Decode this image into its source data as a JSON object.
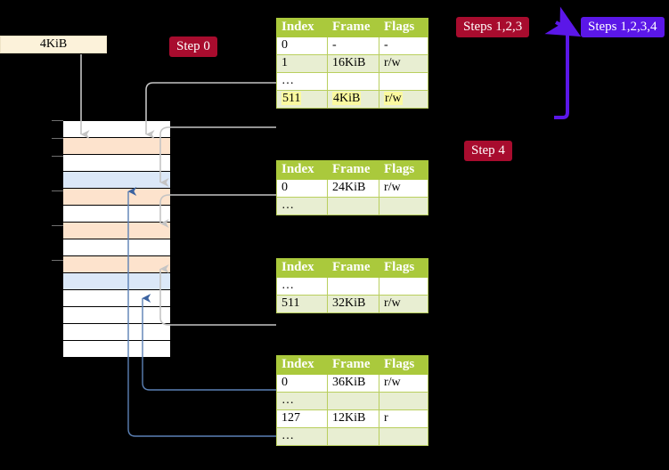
{
  "labels": {
    "kib_box": "4KiB",
    "step0": "Step 0",
    "steps123": "Steps 1,2,3",
    "steps1234": "Steps 1,2,3,4",
    "step4": "Step 4"
  },
  "colors": {
    "badge_red": "#a80c2e",
    "badge_blue": "#5b17e8",
    "table_header": "#aac93c",
    "table_alt_row": "#e8eed2",
    "highlight": "#fbfaa0",
    "mem_peach": "#fde3cd",
    "mem_blue": "#dbe8f8",
    "arrow_gray": "#c9c9c9",
    "arrow_blue": "#5b80b5",
    "kib_box_bg": "#fcf2da"
  },
  "tables": [
    {
      "id": "pml4",
      "headers": [
        "Index",
        "Frame",
        "Flags"
      ],
      "rows": [
        {
          "style": "plain",
          "cells": [
            "0",
            "-",
            "-"
          ],
          "highlight": false
        },
        {
          "style": "alt",
          "cells": [
            "1",
            "16KiB",
            "r/w"
          ],
          "highlight": false
        },
        {
          "style": "plain",
          "cells": [
            "…",
            "",
            ""
          ],
          "highlight": false
        },
        {
          "style": "alt",
          "cells": [
            "511",
            "4KiB",
            "r/w"
          ],
          "highlight": true
        }
      ]
    },
    {
      "id": "pdp",
      "headers": [
        "Index",
        "Frame",
        "Flags"
      ],
      "rows": [
        {
          "style": "plain",
          "cells": [
            "0",
            "24KiB",
            "r/w"
          ],
          "highlight": false
        },
        {
          "style": "alt",
          "cells": [
            "…",
            "",
            ""
          ],
          "highlight": false
        }
      ]
    },
    {
      "id": "pd",
      "headers": [
        "Index",
        "Frame",
        "Flags"
      ],
      "rows": [
        {
          "style": "plain",
          "cells": [
            "…",
            "",
            ""
          ],
          "highlight": false
        },
        {
          "style": "alt",
          "cells": [
            "511",
            "32KiB",
            "r/w"
          ],
          "highlight": false
        }
      ]
    },
    {
      "id": "pt",
      "headers": [
        "Index",
        "Frame",
        "Flags"
      ],
      "rows": [
        {
          "style": "plain",
          "cells": [
            "0",
            "36KiB",
            "r/w"
          ],
          "highlight": false
        },
        {
          "style": "alt",
          "cells": [
            "…",
            "",
            ""
          ],
          "highlight": false
        },
        {
          "style": "plain",
          "cells": [
            "127",
            "12KiB",
            "r"
          ],
          "highlight": false
        },
        {
          "style": "alt",
          "cells": [
            "…",
            "",
            ""
          ],
          "highlight": false
        }
      ]
    }
  ],
  "memory_rows": [
    "white",
    "peach",
    "white",
    "blue",
    "peach",
    "white",
    "peach",
    "white",
    "peach",
    "blue",
    "white",
    "white",
    "white",
    "white"
  ],
  "memory_ticks": [
    135,
    155,
    175,
    214,
    253,
    292
  ]
}
